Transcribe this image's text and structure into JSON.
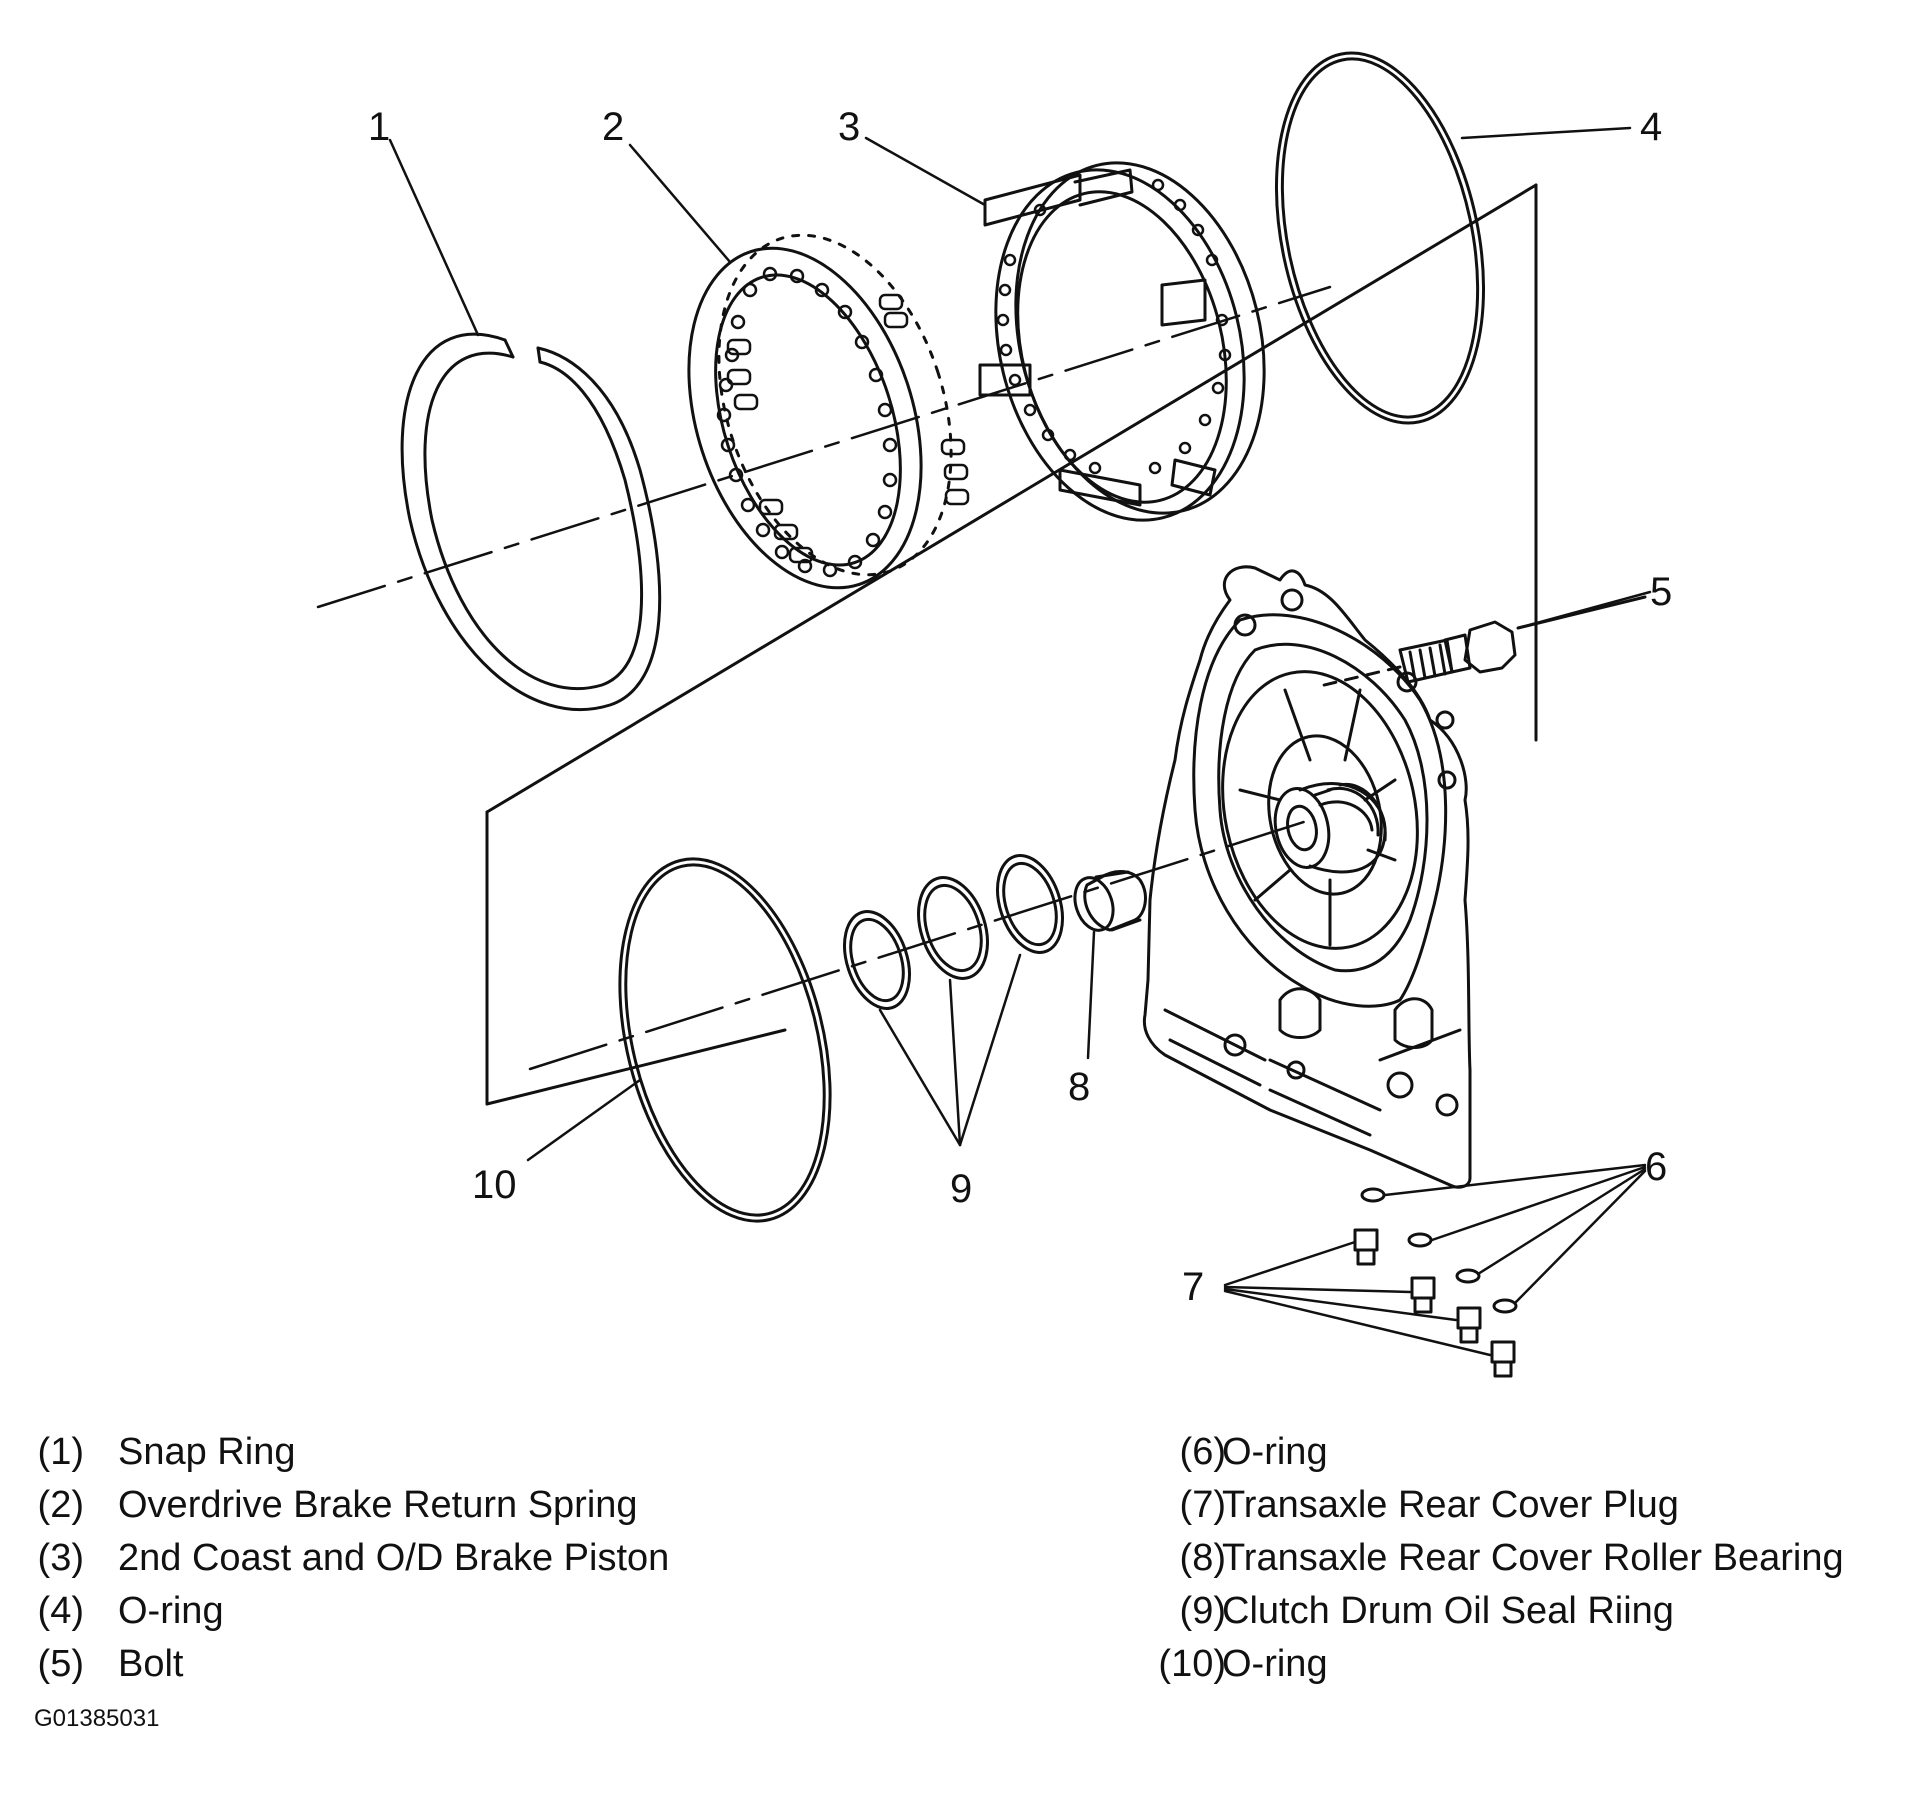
{
  "callouts": {
    "c1": "1",
    "c2": "2",
    "c3": "3",
    "c4": "4",
    "c5": "5",
    "c6": "6",
    "c7": "7",
    "c8": "8",
    "c9": "9",
    "c10": "10"
  },
  "legend": {
    "left": [
      {
        "num": "(1)",
        "text": "Snap Ring"
      },
      {
        "num": "(2)",
        "text": "Overdrive Brake Return Spring"
      },
      {
        "num": "(3)",
        "text": "2nd Coast and O/D Brake Piston"
      },
      {
        "num": "(4)",
        "text": "O-ring"
      },
      {
        "num": "(5)",
        "text": "Bolt"
      }
    ],
    "right": [
      {
        "num": "(6)",
        "text": "O-ring"
      },
      {
        "num": "(7)",
        "text": "Transaxle Rear Cover Plug"
      },
      {
        "num": "(8)",
        "text": "Transaxle Rear Cover Roller Bearing"
      },
      {
        "num": "(9)",
        "text": "Clutch Drum Oil Seal Riing"
      },
      {
        "num": "(10)",
        "text": "O-ring"
      }
    ]
  },
  "figure_id": "G01385031",
  "colors": {
    "ink": "#111111",
    "paper": "#ffffff"
  }
}
